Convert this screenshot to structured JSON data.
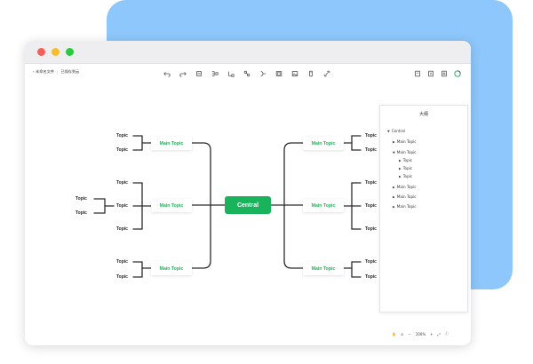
{
  "header": {
    "back_label": "‹ 未命名文件",
    "sep": "|",
    "status": "已保存到云"
  },
  "toolbar": {
    "icons": [
      "undo-icon",
      "redo-icon",
      "format-icon",
      "insert-topic-icon",
      "insert-subtopic-icon",
      "relation-icon",
      "summary-icon",
      "frame-icon",
      "image-icon",
      "attachment-icon",
      "link-icon"
    ]
  },
  "right_toolbar": {
    "icons": [
      "export-icon",
      "outline-icon",
      "settings-icon",
      "avatar-icon"
    ]
  },
  "mindmap": {
    "central": "Central",
    "main_topics": [
      "Main Topic",
      "Main Topic",
      "Main Topic",
      "Main Topic",
      "Main Topic",
      "Main Topic"
    ],
    "topic": "Topic"
  },
  "outline": {
    "title": "大纲",
    "items": [
      {
        "label": "Central",
        "level": 0,
        "arrow": "▼"
      },
      {
        "label": "Main Topic",
        "level": 1,
        "arrow": "▶"
      },
      {
        "label": "Main Topic",
        "level": 1,
        "arrow": "▼"
      },
      {
        "label": "Topic",
        "level": 2,
        "arrow": "▶"
      },
      {
        "label": "Topic",
        "level": 2,
        "arrow": "▶"
      },
      {
        "label": "Topic",
        "level": 2,
        "arrow": "▶"
      },
      {
        "label": "Main Topic",
        "level": 1,
        "arrow": "▶"
      },
      {
        "label": "Main Topic",
        "level": 1,
        "arrow": "▶"
      },
      {
        "label": "Main Topic",
        "level": 1,
        "arrow": "▶"
      }
    ]
  },
  "statusbar": {
    "zoom": "100%"
  },
  "colors": {
    "accent": "#19b35b",
    "background_card": "#8ec7fb"
  }
}
